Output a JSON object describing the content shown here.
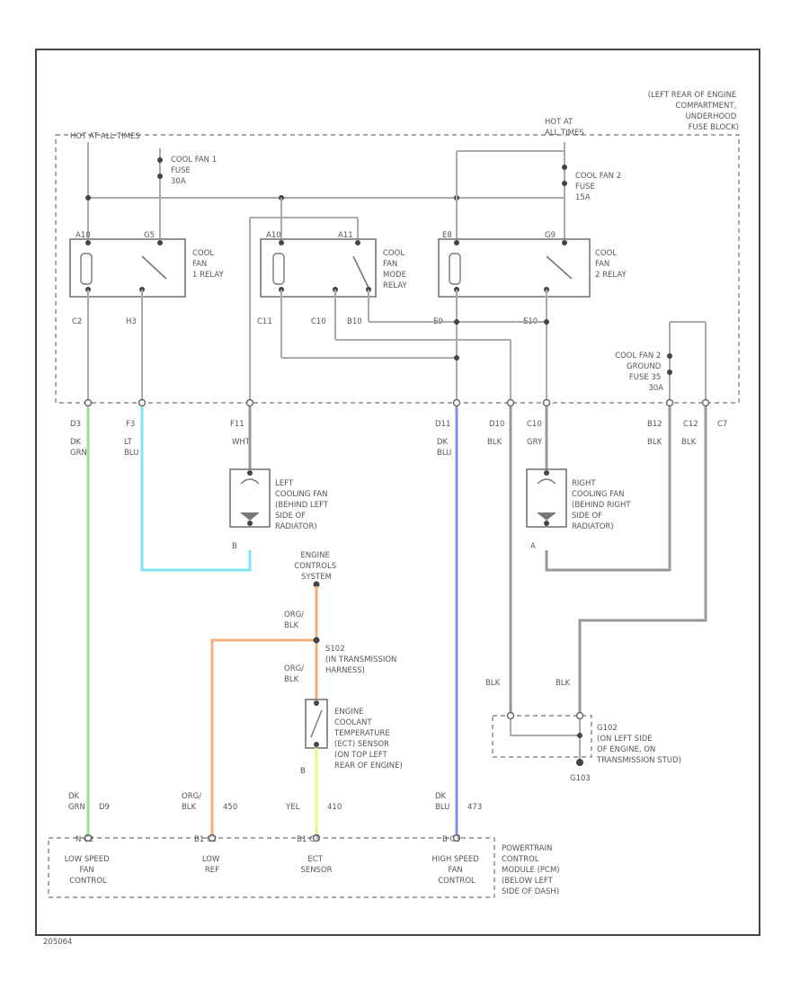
{
  "labels": {
    "fuse_block_location": [
      "(LEFT REAR OF ENGINE",
      "COMPARTMENT,",
      "UNDERHOOD",
      "FUSE BLOCK)"
    ],
    "hot_at_all_times_left": "HOT AT ALL TIMES",
    "hot_at_all_times_right": [
      "HOT AT",
      "ALL TIMES"
    ],
    "fuse1": [
      "COOL FAN 1",
      "FUSE",
      "30A"
    ],
    "fuse2": [
      "COOL FAN 2",
      "FUSE",
      "15A"
    ],
    "fuse_ground": [
      "COOL FAN 2",
      "GROUND",
      "FUSE 35",
      "30A"
    ],
    "relay1": [
      "COOL",
      "FAN",
      "1 RELAY"
    ],
    "relay_mode": [
      "COOL",
      "FAN",
      "MODE",
      "RELAY"
    ],
    "relay2": [
      "COOL",
      "FAN",
      "2 RELAY"
    ],
    "relay_pins": {
      "r1_coil_top": "A10",
      "r1_sw_top": "G5",
      "r1_coil_bottom": "C2",
      "r1_sw_bottom": "H3",
      "rm_coil_top": "A10",
      "rm_sw_top": "A11",
      "rm_coil_bottom": "C11",
      "rm_sw_bottom1": "C10",
      "rm_sw_bottom2": "B10",
      "r2_coil_top": "E8",
      "r2_sw_top": "G9",
      "r2_mid1": "E9",
      "r2_mid2": "E10"
    },
    "connector_pins": [
      "D3",
      "F3",
      "F11",
      "D11",
      "D10",
      "C10",
      "B12",
      "C12",
      "C7"
    ],
    "wire_colors": {
      "dk_grn": [
        "DK",
        "GRN"
      ],
      "lt_blu": [
        "LT",
        "BLU"
      ],
      "wht": "WHT",
      "dk_blu": [
        "DK",
        "BLU"
      ],
      "blk": "BLK",
      "gry": "GRY",
      "blk2": "BLK",
      "blk3": "BLK",
      "org_blk1": [
        "ORG/",
        "BLK"
      ],
      "org_blk2": [
        "ORG/",
        "BLK"
      ],
      "org_blk3": [
        "ORG/",
        "BLK"
      ],
      "yel": "YEL",
      "dk_blu_bottom": [
        "DK",
        "BLU"
      ],
      "dk_grn_bottom": [
        "DK",
        "GRN"
      ],
      "blk_left": "BLK",
      "blk_right": "BLK"
    },
    "left_fan": [
      "LEFT",
      "COOLING FAN",
      "(BEHIND LEFT",
      "SIDE OF",
      "RADIATOR)"
    ],
    "right_fan": [
      "RIGHT",
      "COOLING FAN",
      "(BEHIND RIGHT",
      "SIDE OF",
      "RADIATOR)"
    ],
    "fan_pin_b": "B",
    "fan_pin_a": "A",
    "engine_controls": [
      "ENGINE",
      "CONTROLS",
      "SYSTEM"
    ],
    "splice": [
      "S102",
      "(IN TRANSMISSION",
      "HARNESS)"
    ],
    "ect_sensor": [
      "ENGINE",
      "COOLANT",
      "TEMPERATURE",
      "(ECT) SENSOR",
      "(ON TOP LEFT",
      "REAR OF ENGINE)"
    ],
    "ect_pin": "B",
    "ground": [
      "G102",
      "(ON LEFT SIDE",
      "OF ENGINE, ON",
      "TRANSMISSION STUD)"
    ],
    "ground_id": "G103",
    "pcm": [
      "POWERTRAIN",
      "CONTROL",
      "MODULE (PCM)",
      "(BELOW LEFT",
      "SIDE OF DASH)"
    ],
    "pcm_pins": [
      "D9",
      "450",
      "410",
      "473"
    ],
    "pcm_connectors": [
      "N  C2",
      "B1  C2",
      "B1  C3",
      "B  C3"
    ],
    "pcm_functions": {
      "low_speed": [
        "LOW SPEED",
        "FAN",
        "CONTROL"
      ],
      "low_ref": [
        "LOW",
        "REF"
      ],
      "ect": [
        "ECT",
        "SENSOR"
      ],
      "high_speed": [
        "HIGH SPEED",
        "FAN",
        "CONTROL"
      ]
    },
    "footer_code": "205064"
  },
  "colors": {
    "dk_grn_wire": "#99e29b",
    "lt_blu_wire": "#7fe6f0",
    "dk_blu_wire": "#8a8fdc",
    "org_wire": "#f2b07c",
    "yel_wire": "#f2f08a",
    "wire_gray": "#999999"
  }
}
